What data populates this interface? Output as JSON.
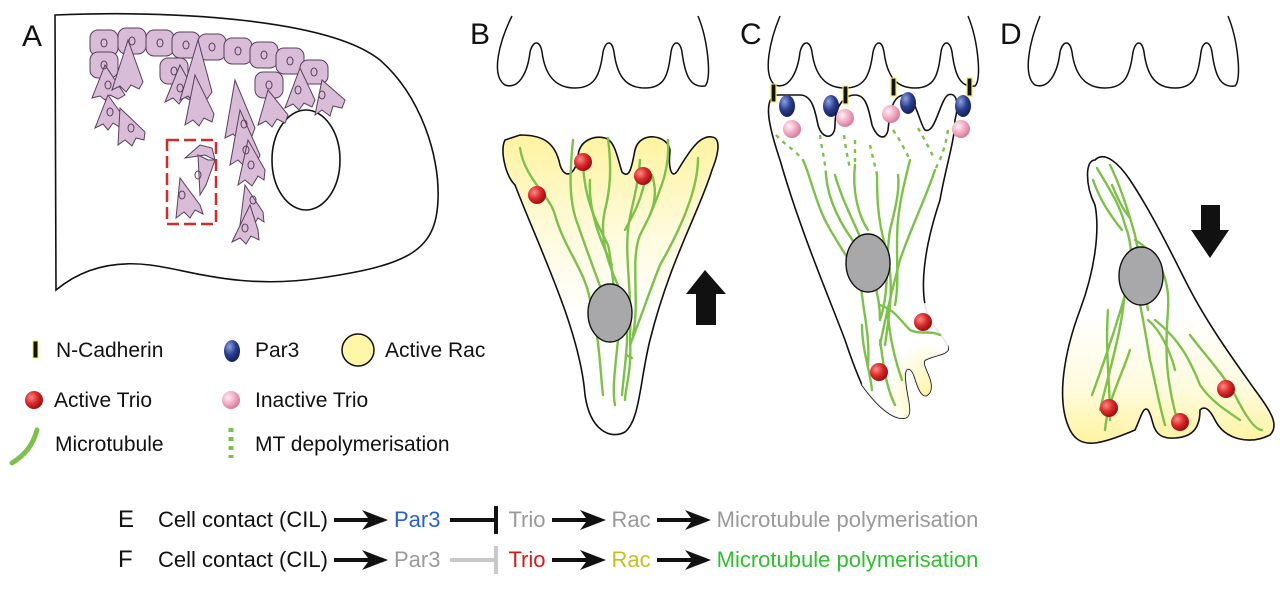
{
  "panels": {
    "A": "A",
    "B": "B",
    "C": "C",
    "D": "D"
  },
  "colors": {
    "cell_purple": "#d8bcd8",
    "inset_box": "#d42a2a",
    "microtubule": "#7dc04a",
    "active_rac": "#fff6a8",
    "active_trio": "#d92b2b",
    "inactive_trio": "#f2a9c0",
    "par3": "#2c3f8f",
    "ncadherin_fill": "#111111",
    "ncadherin_edge": "#f0e860",
    "nucleus": "#a8a8aa",
    "par3_text_active": "#2a5fd0",
    "inactive_text": "#999999",
    "trio_text_active": "#d61818",
    "rac_text_active": "#c2c21e",
    "mt_text_active": "#2fbf2f"
  },
  "legend": {
    "ncadherin": "N-Cadherin",
    "par3": "Par3",
    "active_rac": "Active Rac",
    "active_trio": "Active Trio",
    "inactive_trio": "Inactive Trio",
    "microtubule": "Microtubule",
    "mt_depolymerisation": "MT depolymerisation"
  },
  "pathways": [
    {
      "label": "E",
      "items": [
        {
          "text": "Cell contact (CIL)",
          "state": "neutral"
        },
        {
          "link": "arrow"
        },
        {
          "text": "Par3",
          "state": "par3-active"
        },
        {
          "link": "inhibit-active"
        },
        {
          "text": "Trio",
          "state": "inactive"
        },
        {
          "link": "arrow"
        },
        {
          "text": "Rac",
          "state": "inactive"
        },
        {
          "link": "arrow"
        },
        {
          "text": "Microtubule polymerisation",
          "state": "inactive"
        }
      ]
    },
    {
      "label": "F",
      "items": [
        {
          "text": "Cell contact (CIL)",
          "state": "neutral"
        },
        {
          "link": "arrow"
        },
        {
          "text": "Par3",
          "state": "inactive"
        },
        {
          "link": "inhibit-inactive"
        },
        {
          "text": "Trio",
          "state": "trio-active"
        },
        {
          "link": "arrow"
        },
        {
          "text": "Rac",
          "state": "rac-active"
        },
        {
          "link": "arrow"
        },
        {
          "text": "Microtubule polymerisation",
          "state": "mt-active"
        }
      ]
    }
  ],
  "motion_arrows": {
    "B": "up",
    "D": "down"
  }
}
